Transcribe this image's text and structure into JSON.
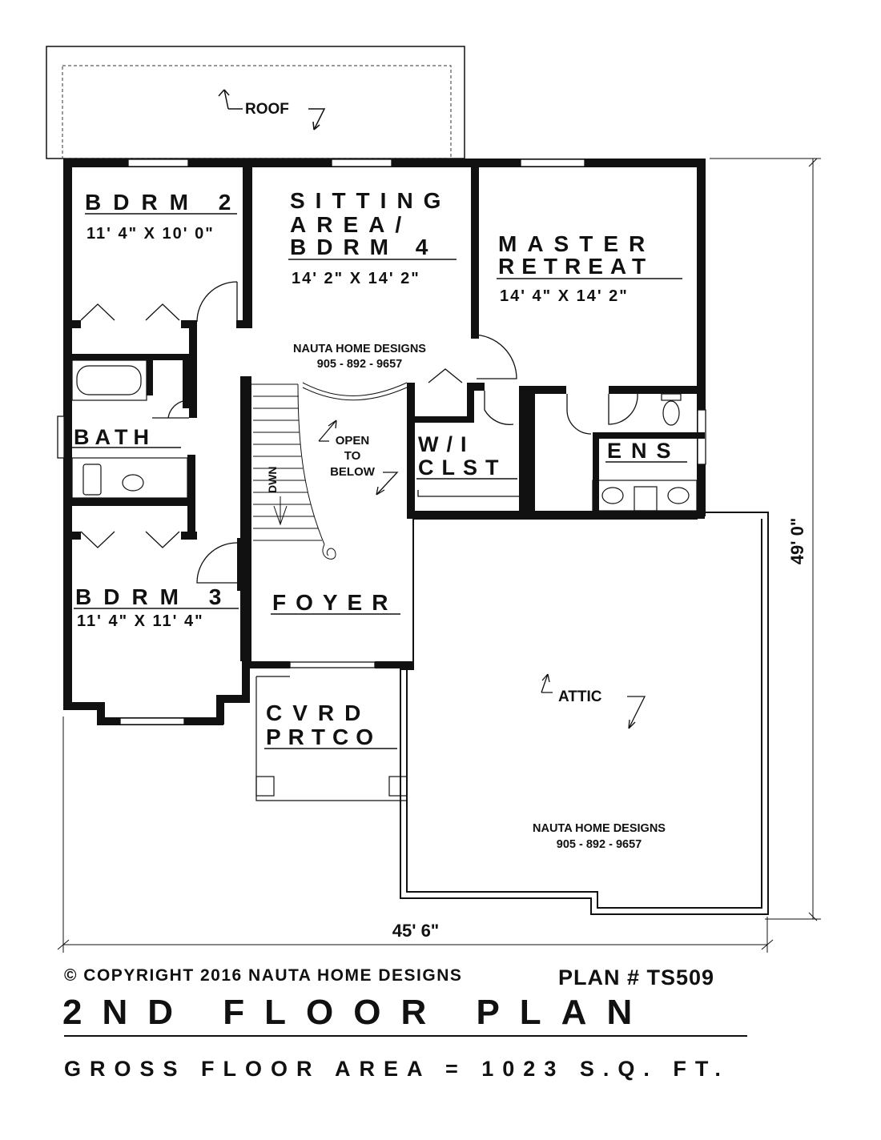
{
  "plan": {
    "rooms": [
      {
        "id": "bdrm2",
        "name": "BDRM 2",
        "size": "11' 4\" X 10' 0\""
      },
      {
        "id": "sitting",
        "name_lines": [
          "SITTING",
          "AREA/",
          "BDRM 4"
        ],
        "size": "14' 2\" X 14' 2\""
      },
      {
        "id": "master",
        "name_lines": [
          "MASTER",
          "RETREAT"
        ],
        "size": "14' 4\" X 14' 2\""
      },
      {
        "id": "bath",
        "name": "BATH"
      },
      {
        "id": "wi",
        "name_lines": [
          "W/I",
          "CLST"
        ]
      },
      {
        "id": "ens",
        "name": "ENS"
      },
      {
        "id": "bdrm3",
        "name": "BDRM 3",
        "size": "11' 4\" X 11' 4\""
      },
      {
        "id": "foyer",
        "name": "FOYER"
      },
      {
        "id": "cvrd",
        "name_lines": [
          "CVRD",
          "PRTCO"
        ]
      }
    ],
    "notes": {
      "roof": "ROOF",
      "attic": "ATTIC",
      "open_lines": [
        "OPEN",
        "TO",
        "BELOW"
      ],
      "stair": "DWN"
    },
    "watermarks": [
      {
        "line1": "NAUTA HOME DESIGNS",
        "line2": "905 - 892 - 9657"
      },
      {
        "line1": "NAUTA HOME DESIGNS",
        "line2": "905 - 892 - 9657"
      }
    ],
    "dimensions": {
      "width": "45' 6\"",
      "depth": "49' 0\""
    }
  },
  "footer": {
    "copyright": "© COPYRIGHT 2016 NAUTA HOME DESIGNS",
    "plan_number": "PLAN # TS509",
    "title": "2ND FLOOR PLAN",
    "gross_area": "GROSS FLOOR AREA = 1023 S.Q. FT."
  }
}
